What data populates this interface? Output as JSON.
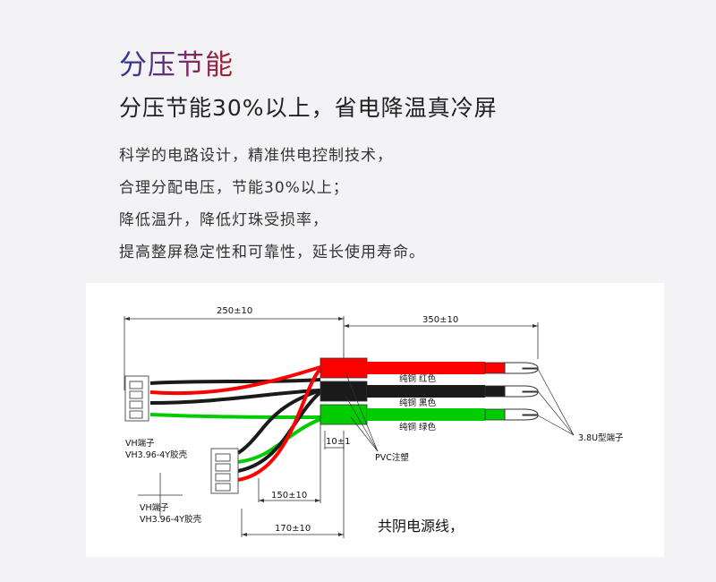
{
  "heading": {
    "title": "分压节能",
    "subtitle": "分压节能30%以上，省电降温真冷屏"
  },
  "description_lines": [
    "科学的电路设计，精准供电控制技术，",
    "合理分配电压，节能30%以上；",
    "降低温升，降低灯珠受损率，",
    "提高整屏稳定性和可靠性，延长使用寿命。"
  ],
  "diagram": {
    "dimensions": {
      "dim_250": "250±10",
      "dim_350": "350±10",
      "dim_150": "150±10",
      "dim_170": "170±10",
      "dim_10": "10±1"
    },
    "wire_labels": {
      "red": "纯铜 红色",
      "black": "纯铜 黑色",
      "green": "纯铜 绿色"
    },
    "callouts": {
      "pvc": "PVC注塑",
      "terminal_3_8u": "3.8U型端子",
      "vh_terminal_1": "VH端子",
      "vh_housing_1": "VH3.96-4Y胶壳",
      "vh_terminal_2": "VH端子",
      "vh_housing_2": "VH3.96-4Y胶壳"
    },
    "caption": "共阴电源线，",
    "colors": {
      "red": "#ff0000",
      "black": "#1a1a1a",
      "green": "#00cc00"
    }
  }
}
